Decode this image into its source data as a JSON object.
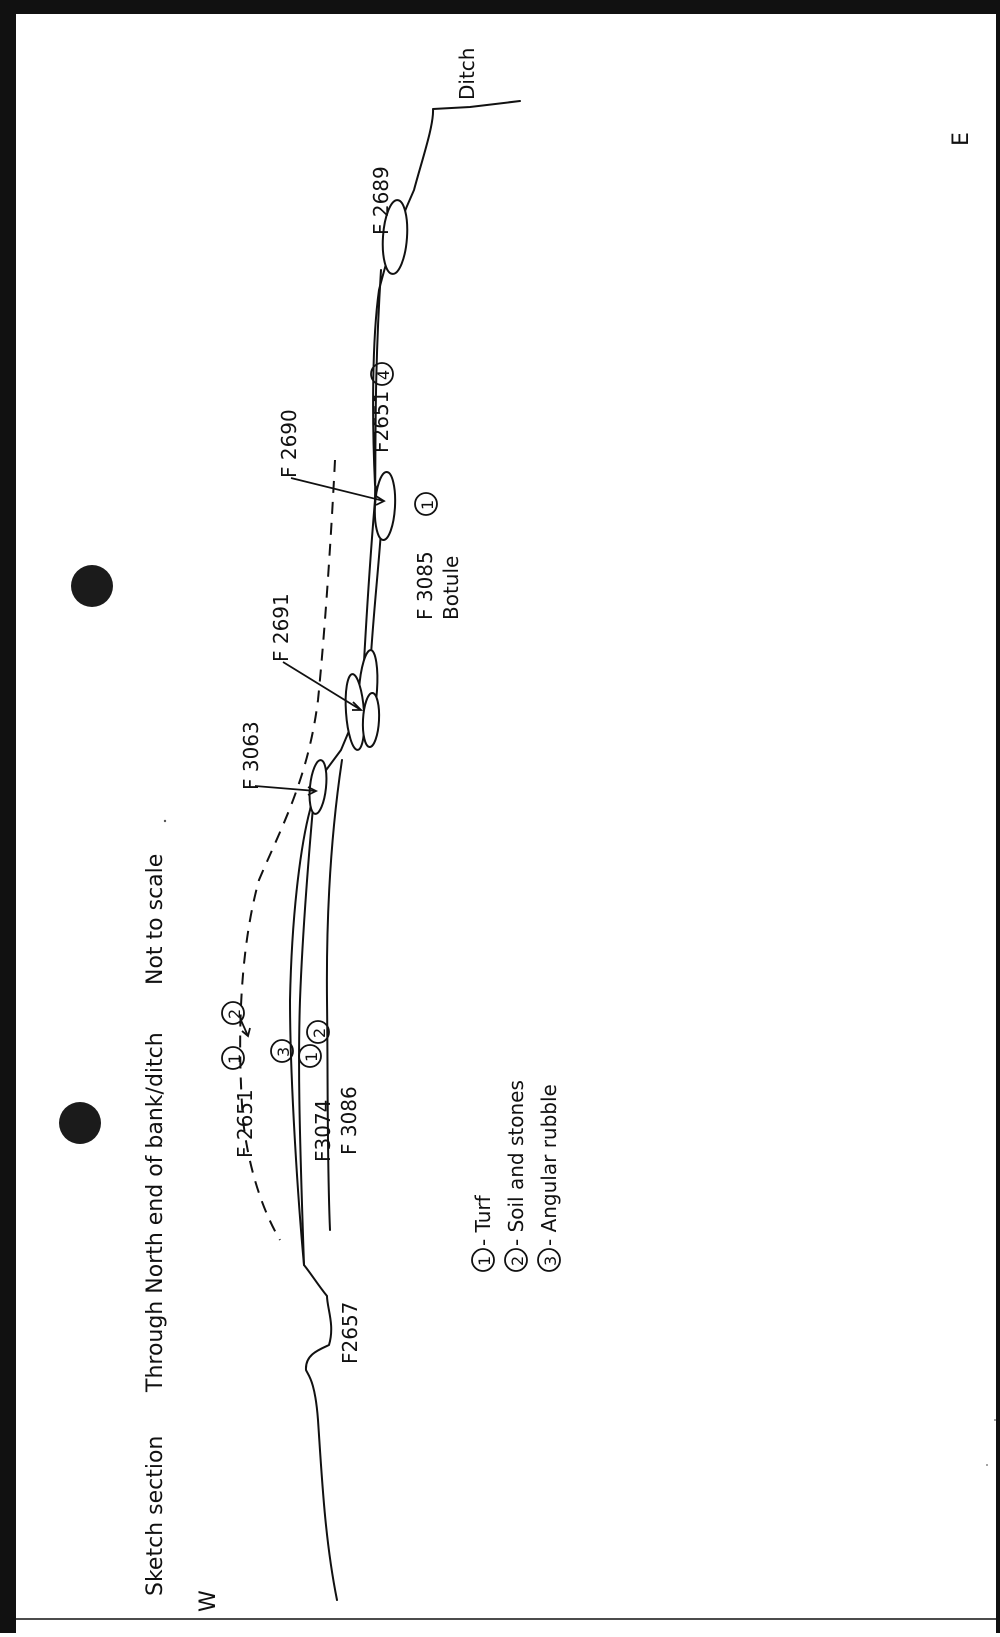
{
  "title": "Sketch section",
  "subtitle": "Through North end of bank/ditch",
  "scale_note": "Not to scale",
  "compass": {
    "west": "W",
    "east": "E"
  },
  "features": {
    "ditch": "Ditch",
    "f2689": "F 2689",
    "f2690": "F 2690",
    "f2651_top": "F2651",
    "f2651_top_marker": "4",
    "f3085": "F 3085",
    "f3085_marker": "1",
    "f3085_desc": "Botule",
    "f2691": "F 2691",
    "f3063": "F 3063",
    "f2651_left": "F 2651",
    "f3074": "F3074",
    "f3086": "F 3086",
    "f2657": "F2657",
    "layer_markers": [
      "1",
      "2",
      "3",
      "1",
      "2"
    ]
  },
  "legend": [
    {
      "num": "1",
      "label": "- Turf"
    },
    {
      "num": "2",
      "label": "- Soil and stones"
    },
    {
      "num": "3",
      "label": "- Angular rubble"
    }
  ]
}
